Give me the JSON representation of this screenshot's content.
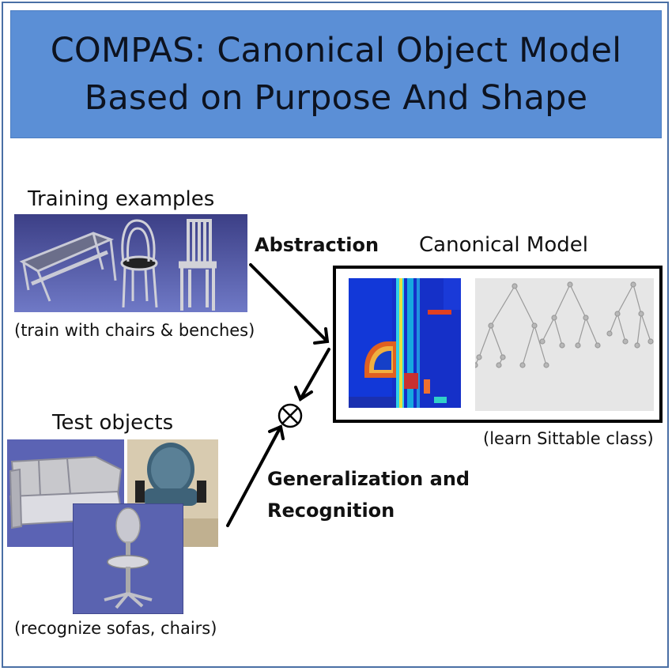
{
  "header": {
    "title_line1": "COMPAS: Canonical Object Model",
    "title_line2": "Based on Purpose And Shape"
  },
  "training": {
    "heading": "Training examples",
    "caption": "(train with chairs & benches)"
  },
  "abstraction_label": "Abstraction",
  "canonical": {
    "heading": "Canonical Model",
    "caption": "(learn Sittable class)"
  },
  "test": {
    "heading": "Test objects",
    "caption": "(recognize sofas, chairs)"
  },
  "generalization": {
    "line1": "Generalization and",
    "line2": "Recognition"
  },
  "colors": {
    "banner": "#5b8fd6",
    "render_bg": "#5866b3",
    "heatmap_bg": "#1830c8"
  },
  "icons": {
    "combine": "circled-times-icon"
  }
}
